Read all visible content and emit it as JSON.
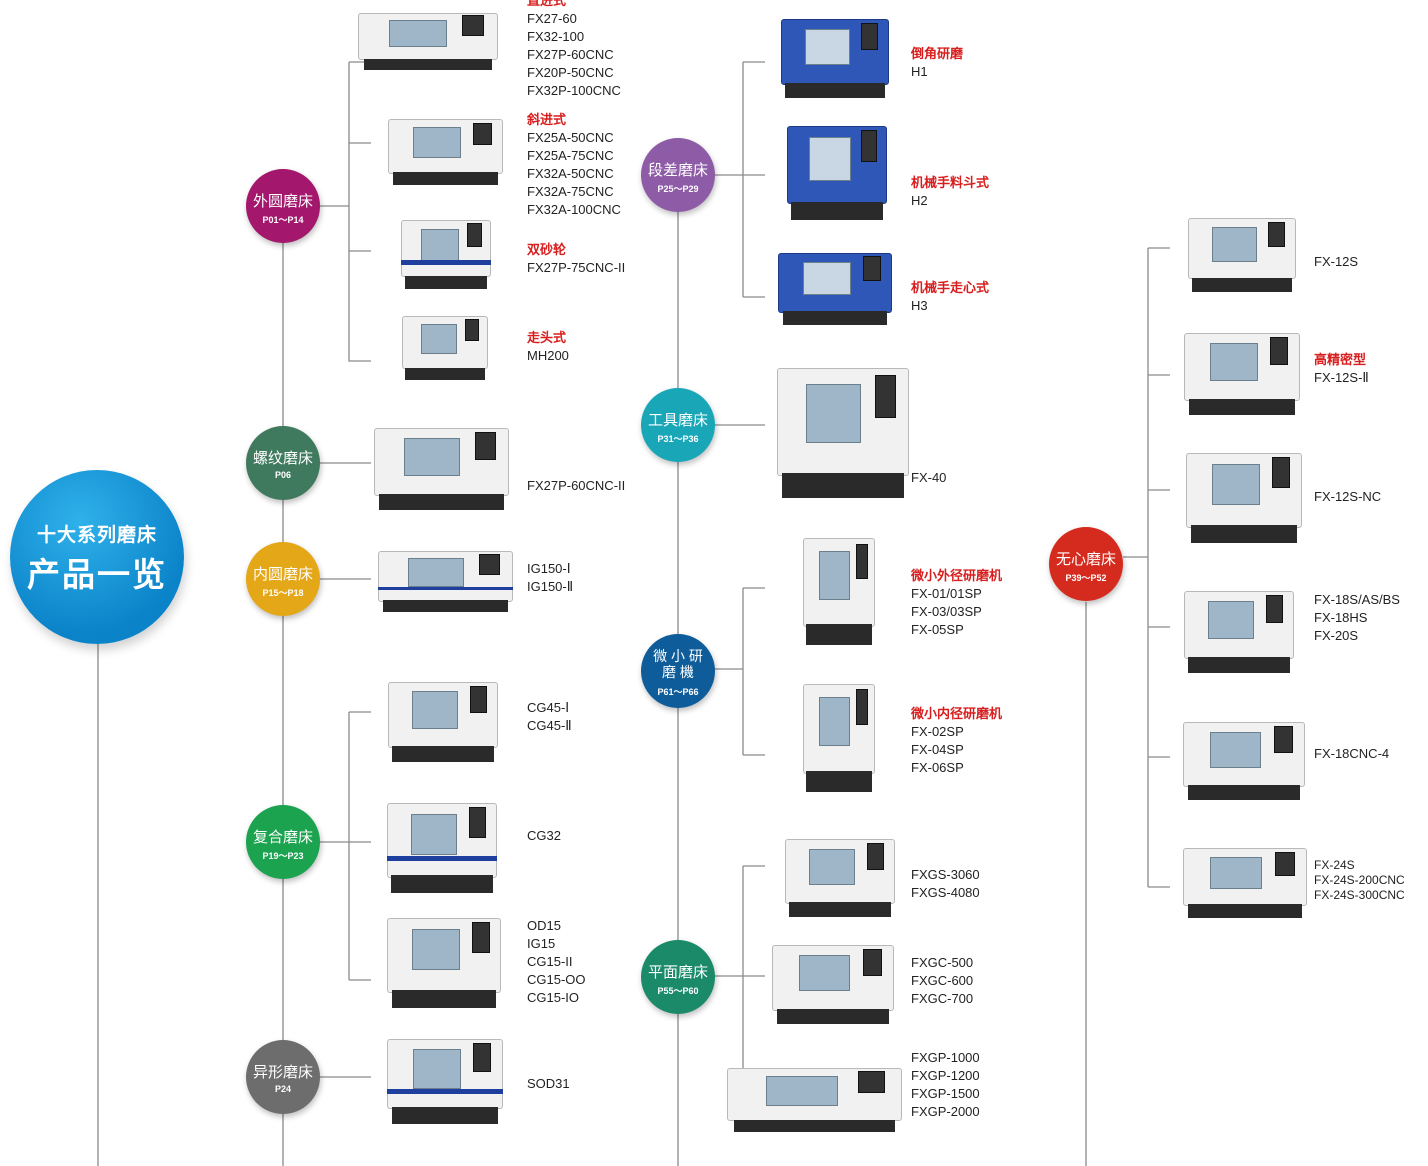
{
  "main": {
    "title_line1": "十大系列磨床",
    "title_line2": "产品一览"
  },
  "categories": [
    {
      "id": "outer",
      "name": "外圆磨床",
      "pages": "P01～P14",
      "color": "#a3176d",
      "items": [
        {
          "icon": "external-cylindrical-grinder",
          "type": "直进式",
          "models": [
            "FX27-60",
            "FX32-100",
            "FX27P-60CNC",
            "FX20P-50CNC",
            "FX32P-100CNC"
          ]
        },
        {
          "icon": "angular-grinder",
          "type": "斜进式",
          "models": [
            "FX25A-50CNC",
            "FX25A-75CNC",
            "FX32A-50CNC",
            "FX32A-75CNC",
            "FX32A-100CNC"
          ]
        },
        {
          "icon": "double-wheel-grinder",
          "type": "双砂轮",
          "models": [
            "FX27P-75CNC-II"
          ]
        },
        {
          "icon": "walking-head-grinder",
          "type": "走头式",
          "models": [
            "MH200"
          ]
        }
      ]
    },
    {
      "id": "thread",
      "name": "螺纹磨床",
      "pages": "P06",
      "color": "#3f7a5e",
      "items": [
        {
          "icon": "thread-grinder",
          "type": "",
          "models": [
            "FX27P-60CNC-II"
          ]
        }
      ]
    },
    {
      "id": "inner",
      "name": "内圆磨床",
      "pages": "P15～P18",
      "color": "#e4a718",
      "items": [
        {
          "icon": "internal-grinder",
          "type": "",
          "models": [
            "IG150-Ⅰ",
            "IG150-Ⅱ"
          ]
        }
      ]
    },
    {
      "id": "compound",
      "name": "复合磨床",
      "pages": "P19～P23",
      "color": "#1ba34f",
      "items": [
        {
          "icon": "compound-grinder",
          "type": "",
          "models": [
            "CG45-Ⅰ",
            "CG45-Ⅱ"
          ]
        },
        {
          "icon": "compound-grinder",
          "type": "",
          "models": [
            "CG32"
          ]
        },
        {
          "icon": "compound-grinder",
          "type": "",
          "models": [
            "OD15",
            "IG15",
            "CG15-II",
            "CG15-OO",
            "CG15-IO"
          ]
        }
      ]
    },
    {
      "id": "special",
      "name": "异形磨床",
      "pages": "P24",
      "color": "#6d6d6d",
      "items": [
        {
          "icon": "special-shape-grinder",
          "type": "",
          "models": [
            "SOD31"
          ]
        }
      ]
    },
    {
      "id": "step",
      "name": "段差磨床",
      "pages": "P25～P29",
      "color": "#8e5ba6",
      "items": [
        {
          "icon": "step-grinder",
          "type": "倒角研磨",
          "models": [
            "H1"
          ]
        },
        {
          "icon": "step-grinder",
          "type": "机械手料斗式",
          "models": [
            "H2"
          ]
        },
        {
          "icon": "step-grinder",
          "type": "机械手走心式",
          "models": [
            "H3"
          ]
        }
      ]
    },
    {
      "id": "tool",
      "name": "工具磨床",
      "pages": "P31～P36",
      "color": "#19a7b8",
      "items": [
        {
          "icon": "tool-grinder",
          "type": "",
          "models": [
            "FX-40"
          ]
        }
      ]
    },
    {
      "id": "micro",
      "name": "微 小 研 磨 機",
      "pages": "P61～P66",
      "color": "#0e5d9a",
      "items": [
        {
          "icon": "micro-grinder",
          "type": "微小外径研磨机",
          "models": [
            "FX-01/01SP",
            "FX-03/03SP",
            "FX-05SP"
          ]
        },
        {
          "icon": "micro-grinder",
          "type": "微小内径研磨机",
          "models": [
            "FX-02SP",
            "FX-04SP",
            "FX-06SP"
          ]
        }
      ]
    },
    {
      "id": "surface",
      "name": "平面磨床",
      "pages": "P55～P60",
      "color": "#1a8a69",
      "items": [
        {
          "icon": "surface-grinder",
          "type": "",
          "models": [
            "FXGS-3060",
            "FXGS-4080"
          ]
        },
        {
          "icon": "surface-grinder",
          "type": "",
          "models": [
            "FXGC-500",
            "FXGC-600",
            "FXGC-700"
          ]
        },
        {
          "icon": "surface-grinder",
          "type": "",
          "models": [
            "FXGP-1000",
            "FXGP-1200",
            "FXGP-1500",
            "FXGP-2000"
          ]
        }
      ]
    },
    {
      "id": "centerless",
      "name": "无心磨床",
      "pages": "P39～P52",
      "color": "#d52b1e",
      "items": [
        {
          "icon": "centerless-grinder",
          "type": "",
          "models": [
            "FX-12S"
          ]
        },
        {
          "icon": "centerless-grinder",
          "type": "高精密型",
          "models": [
            "FX-12S-Ⅱ"
          ]
        },
        {
          "icon": "centerless-grinder",
          "type": "",
          "models": [
            "FX-12S-NC"
          ]
        },
        {
          "icon": "centerless-grinder",
          "type": "",
          "models": [
            "FX-18S/AS/BS",
            "FX-18HS",
            "FX-20S"
          ]
        },
        {
          "icon": "centerless-grinder",
          "type": "",
          "models": [
            "FX-18CNC-4"
          ]
        },
        {
          "icon": "centerless-grinder",
          "type": "",
          "models": [
            "FX-24S",
            "FX-24S-200CNC",
            "FX-24S-300CNC"
          ]
        }
      ]
    }
  ]
}
